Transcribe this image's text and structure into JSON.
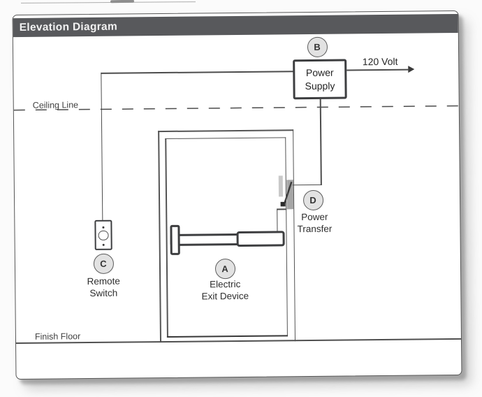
{
  "page": {
    "title": "Elevation Diagram"
  },
  "annotations": {
    "ceiling_line": "Ceiling Line",
    "finish_floor": "Finish Floor",
    "voltage": "120 Volt"
  },
  "components": {
    "electric_exit_device": {
      "marker": "A",
      "line1": "Electric",
      "line2": "Exit Device"
    },
    "power_supply": {
      "marker": "B",
      "line1": "Power",
      "line2": "Supply"
    },
    "remote_switch": {
      "marker": "C",
      "line1": "Remote",
      "line2": "Switch"
    },
    "power_transfer": {
      "marker": "D",
      "line1": "Power",
      "line2": "Transfer"
    }
  },
  "colors": {
    "title_bar_bg": "#58595c",
    "title_text": "#f2f2f2",
    "diagram_line": "#4c4c4c",
    "thick_border": "#3d3e40",
    "marker_fill": "#e2e2e2",
    "transfer_gray": "#a6a6a6"
  }
}
